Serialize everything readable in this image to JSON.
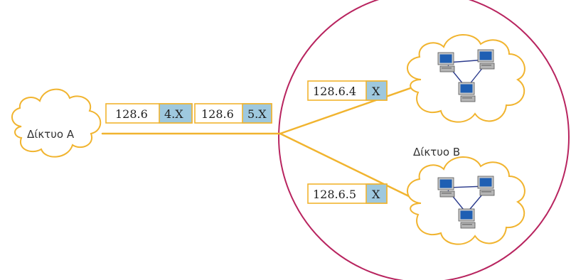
{
  "colors": {
    "link": "#f1b42f",
    "cloud": "#f1b42f",
    "network_circle": "#b8245f",
    "host_fill": "#9ec8de",
    "text": "#222222",
    "monitor_screen": "#1f5fb3",
    "monitor_body": "#c8c8c8"
  },
  "network_a": {
    "label": "Δίκτυο A"
  },
  "network_b": {
    "label": "Δίκτυο B"
  },
  "packets_on_main_link": [
    {
      "network": "128.6",
      "host": "4.X"
    },
    {
      "network": "128.6",
      "host": "5.X"
    }
  ],
  "branch_upper": {
    "network": "128.6.4",
    "host": "X"
  },
  "branch_lower": {
    "network": "128.6.5",
    "host": "X"
  },
  "icons": [
    "cloud-icon",
    "computer-icon"
  ]
}
